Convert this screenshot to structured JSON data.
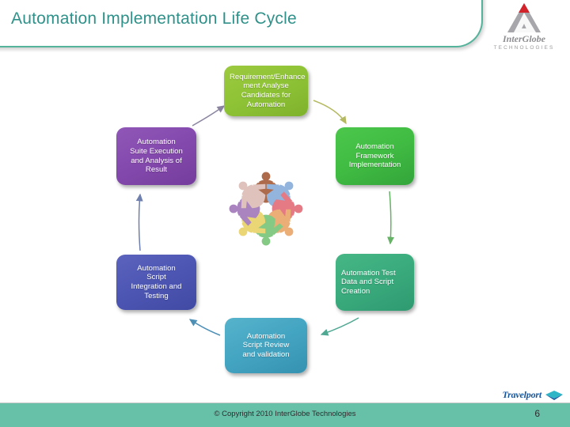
{
  "header": {
    "title": "Automation Implementation Life Cycle",
    "accent_color": "#2f9189",
    "band_border_color": "#53b39b"
  },
  "brand_logo": {
    "name": "InterGlobe",
    "subtitle": "TECHNOLOGIES",
    "mark_icon": "interglobe-triangle-icon",
    "mark_color": "#9a9a9e",
    "accent_color": "#d2232a"
  },
  "diagram": {
    "type": "cycle",
    "center_icon": "teamwork-circle-icon",
    "nodes": [
      {
        "id": "requirement",
        "label": "Requirement/Enhance\nment Analyse\nCandidates for\nAutomation",
        "color": "#8fc336",
        "align": "center"
      },
      {
        "id": "framework",
        "label": "Automation\nFramework\nImplementation",
        "color": "#41bc43",
        "align": "center"
      },
      {
        "id": "test-data",
        "label": "Automation Test\nData and Script\nCreation",
        "color": "#3aab7d",
        "align": "left"
      },
      {
        "id": "script-review",
        "label": "Automation\nScript Review\nand validation",
        "color": "#44a5c2",
        "align": "center"
      },
      {
        "id": "integration",
        "label": "Automation\nScript\nIntegration and\nTesting",
        "color": "#4d56b3",
        "align": "center"
      },
      {
        "id": "suite-execution",
        "label": "Automation\nSuite Execution\nand Analysis of\nResult",
        "color": "#8449ad",
        "align": "center"
      }
    ],
    "arrows": [
      {
        "from": "requirement",
        "to": "framework",
        "color": "#b5ba62"
      },
      {
        "from": "framework",
        "to": "test-data",
        "color": "#66b266"
      },
      {
        "from": "test-data",
        "to": "script-review",
        "color": "#4fa892"
      },
      {
        "from": "script-review",
        "to": "integration",
        "color": "#4d8fb5"
      },
      {
        "from": "integration",
        "to": "suite-execution",
        "color": "#6f7fae"
      },
      {
        "from": "suite-execution",
        "to": "requirement",
        "color": "#8b84a0"
      }
    ]
  },
  "partner_logo": {
    "name": "Travelport",
    "icon": "travelport-swoosh-icon",
    "color": "#15559e"
  },
  "footer": {
    "copyright": "© Copyright 2010 InterGlobe Technologies",
    "page_number": "6",
    "background_color": "#67c0a8"
  }
}
